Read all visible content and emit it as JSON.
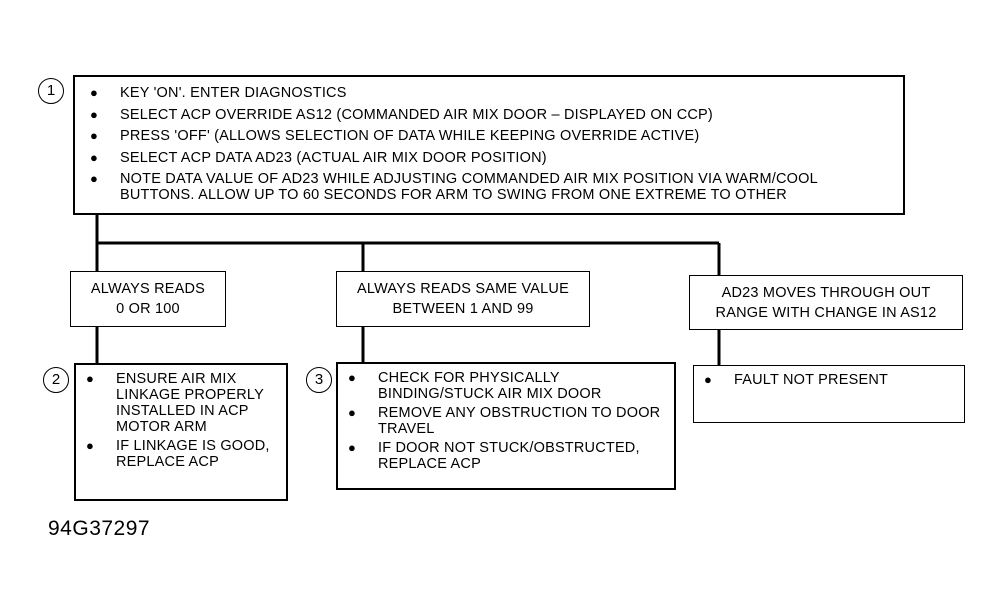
{
  "step_markers": {
    "step1": "1",
    "step2": "2",
    "step3": "3"
  },
  "main_box": {
    "items": [
      "KEY 'ON'. ENTER DIAGNOSTICS",
      "SELECT ACP OVERRIDE AS12 (COMMANDED AIR MIX DOOR – DISPLAYED ON CCP)",
      "PRESS  'OFF' (ALLOWS SELECTION OF DATA WHILE KEEPING OVERRIDE ACTIVE)",
      "SELECT ACP DATA AD23 (ACTUAL AIR MIX DOOR POSITION)",
      "NOTE DATA VALUE OF AD23 WHILE ADJUSTING COMMANDED AIR MIX POSITION VIA WARM/COOL BUTTONS. ALLOW UP TO 60 SECONDS FOR ARM TO SWING FROM ONE EXTREME TO OTHER"
    ]
  },
  "outcomes": {
    "left": "ALWAYS READS\n0 OR 100",
    "middle": "ALWAYS READS SAME VALUE\nBETWEEN 1 AND 99",
    "right": "AD23 MOVES THROUGH OUT\nRANGE WITH CHANGE IN AS12"
  },
  "actions": {
    "left": [
      "ENSURE AIR MIX LINKAGE PROPERLY INSTALLED IN ACP MOTOR ARM",
      "IF LINKAGE IS GOOD, REPLACE ACP"
    ],
    "middle": [
      "CHECK FOR PHYSICALLY BINDING/STUCK AIR MIX DOOR",
      "REMOVE  ANY OBSTRUCTION TO DOOR TRAVEL",
      "IF DOOR NOT STUCK/OBSTRUCTED, REPLACE ACP"
    ],
    "right": [
      "FAULT NOT PRESENT"
    ]
  },
  "bullet_glyph": "●",
  "figure_id": "94G37297"
}
